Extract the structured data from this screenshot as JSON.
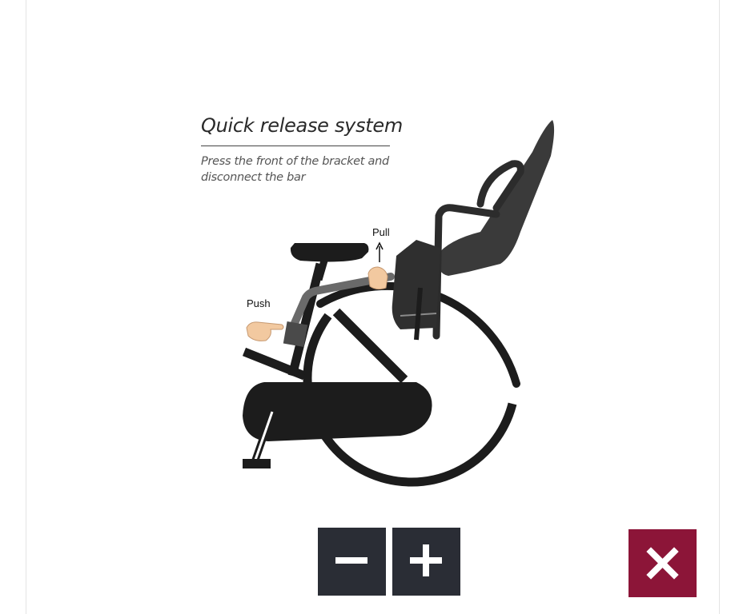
{
  "figure": {
    "title": "Quick release system",
    "subtitle": "Press the front of the bracket and disconnect the bar",
    "push_label": "Push",
    "pull_label": "Pull"
  },
  "controls": {
    "zoom_out_icon": "minus-icon",
    "zoom_in_icon": "plus-icon",
    "close_icon": "close-icon"
  },
  "colors": {
    "control_background": "#2a2d35",
    "close_background": "#8c1538",
    "illustration_dark": "#1c1c1c",
    "seat_gray": "#3a3a3a",
    "hand_skin": "#f2c9a0"
  }
}
